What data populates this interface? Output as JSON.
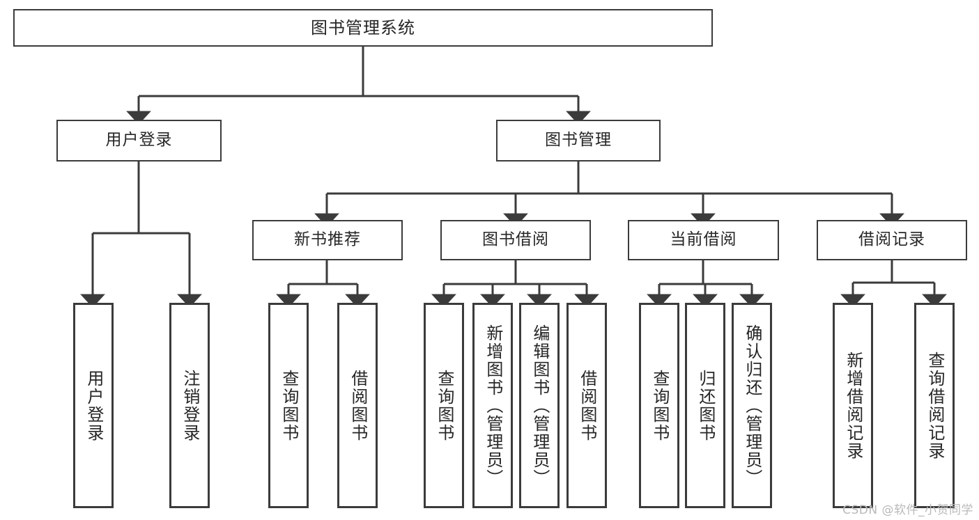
{
  "diagram": {
    "type": "tree",
    "title": "图书管理系统",
    "colors": {
      "box_border": "#3b3b3b",
      "box_fill": "#ffffff",
      "text": "#262626",
      "edge": "#3b3b3b",
      "watermark": "#b9b9b9",
      "background": "#ffffff"
    },
    "nodes": {
      "root": {
        "label": "图书管理系统"
      },
      "level2": [
        {
          "id": "user-login",
          "label": "用户登录"
        },
        {
          "id": "book-manage",
          "label": "图书管理"
        }
      ],
      "level3": [
        {
          "id": "new-book-rec",
          "label": "新书推荐"
        },
        {
          "id": "book-borrow",
          "label": "图书借阅"
        },
        {
          "id": "current-borrow",
          "label": "当前借阅"
        },
        {
          "id": "borrow-record",
          "label": "借阅记录"
        }
      ],
      "leaves": {
        "user-login": [
          {
            "id": "leaf-user-login",
            "label": "用户登录"
          },
          {
            "id": "leaf-logout",
            "label": "注销登录"
          }
        ],
        "new-book-rec": [
          {
            "id": "leaf-query-book-1",
            "label": "查询图书"
          },
          {
            "id": "leaf-borrow-book-1",
            "label": "借阅图书"
          }
        ],
        "book-borrow": [
          {
            "id": "leaf-query-book-2",
            "label": "查询图书"
          },
          {
            "id": "leaf-add-book",
            "label": "新增图书（管理员）"
          },
          {
            "id": "leaf-edit-book",
            "label": "编辑图书（管理员）"
          },
          {
            "id": "leaf-borrow-book-2",
            "label": "借阅图书"
          }
        ],
        "current-borrow": [
          {
            "id": "leaf-query-book-3",
            "label": "查询图书"
          },
          {
            "id": "leaf-return-book",
            "label": "归还图书"
          },
          {
            "id": "leaf-confirm-return",
            "label": "确认归还（管理员）"
          }
        ],
        "borrow-record": [
          {
            "id": "leaf-add-record",
            "label": "新增借阅记录"
          },
          {
            "id": "leaf-query-record",
            "label": "查询借阅记录"
          }
        ]
      }
    },
    "watermark": "CSDN @软件_小贺同学"
  }
}
